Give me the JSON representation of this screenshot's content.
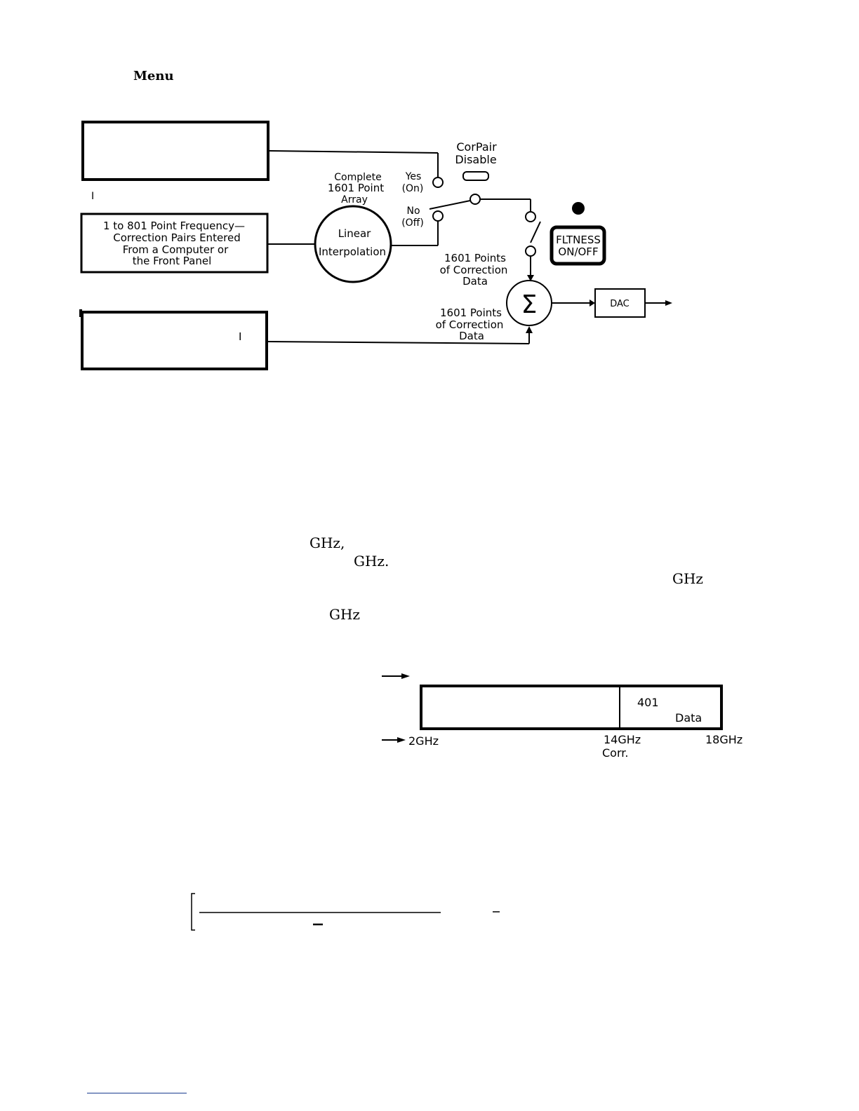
{
  "page": {
    "menu_label": "Menu",
    "ghz_1": "GHz,",
    "ghz_2": "GHz.",
    "ghz_3": "GHz",
    "ghz_4": "GHz"
  },
  "diagram": {
    "left_box_text": [
      "1 to 801 Point Frequency—",
      "Correction Pairs Entered",
      "From a Computer or",
      "the Front Panel"
    ],
    "linear_interp": [
      "Linear",
      "Interpolation"
    ],
    "complete_array": [
      "Complete",
      "1601 Point",
      "Array"
    ],
    "yes_on": [
      "Yes",
      "(On)"
    ],
    "no_off": [
      "No",
      "(Off)"
    ],
    "corpair_disable": [
      "CorPair",
      "Disable"
    ],
    "fltness_key": [
      "FLTNESS",
      "ON/OFF"
    ],
    "points_upper": [
      "1601 Points",
      "of Correction",
      "Data"
    ],
    "points_lower": [
      "1601 Points",
      "of Correction",
      "Data"
    ],
    "sum_symbol": "Σ",
    "dac_label": "DAC",
    "lower_box_mark": "I",
    "small_mark": "I"
  },
  "freq_bar": {
    "cell_401": "401",
    "cell_data": "Data",
    "start_label": "2GHz",
    "mid_label": "14GHz",
    "mid_sub": "Corr.",
    "end_label": "18GHz"
  }
}
